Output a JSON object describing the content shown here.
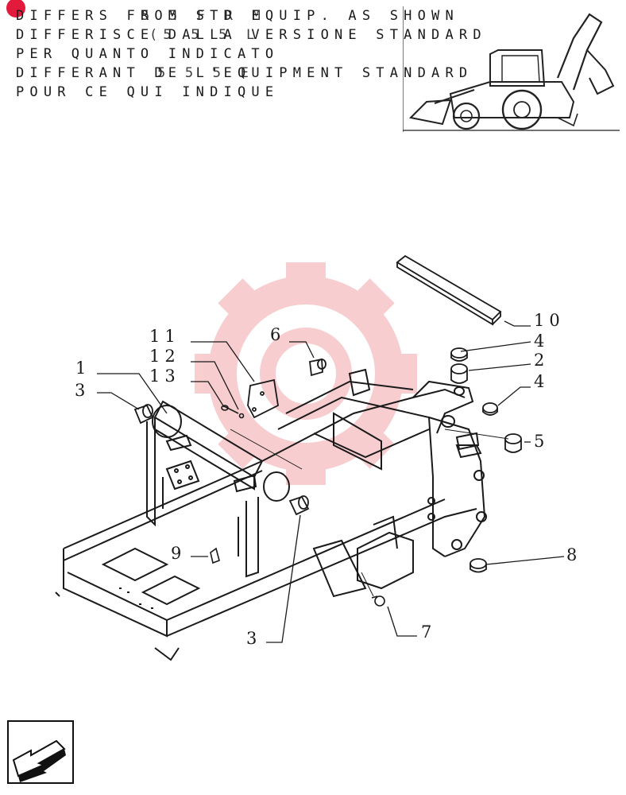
{
  "header": {
    "lines": [
      "DIFFERS FROM STD EQUIP. AS SHOWN",
      "DIFFERISCE DALLA VERSIONE STANDARD",
      "PER QUANTO INDICATO",
      "DIFFERANT DE L'EQUIPMENT STANDARD",
      "POUR CE QUI INDIQUE"
    ],
    "overlay_codes": [
      "5 5 F R M",
      "(5 5 5 L",
      "5 5 5 E"
    ]
  },
  "thumbnail": {
    "icon": "backhoe-loader-icon"
  },
  "callouts": {
    "c1": "1",
    "c2": "2",
    "c3a": "3",
    "c3b": "3",
    "c4a": "4",
    "c4b": "4",
    "c5": "5",
    "c6": "6",
    "c7": "7",
    "c8": "8",
    "c9": "9",
    "c10": "10",
    "c11": "11",
    "c12": "12",
    "c13": "13"
  },
  "nav": {
    "icon": "previous-page-arrow-icon"
  },
  "colors": {
    "watermark": "#f2a5a8",
    "badge": "#e21b3c",
    "ink": "#1a1a1a"
  }
}
